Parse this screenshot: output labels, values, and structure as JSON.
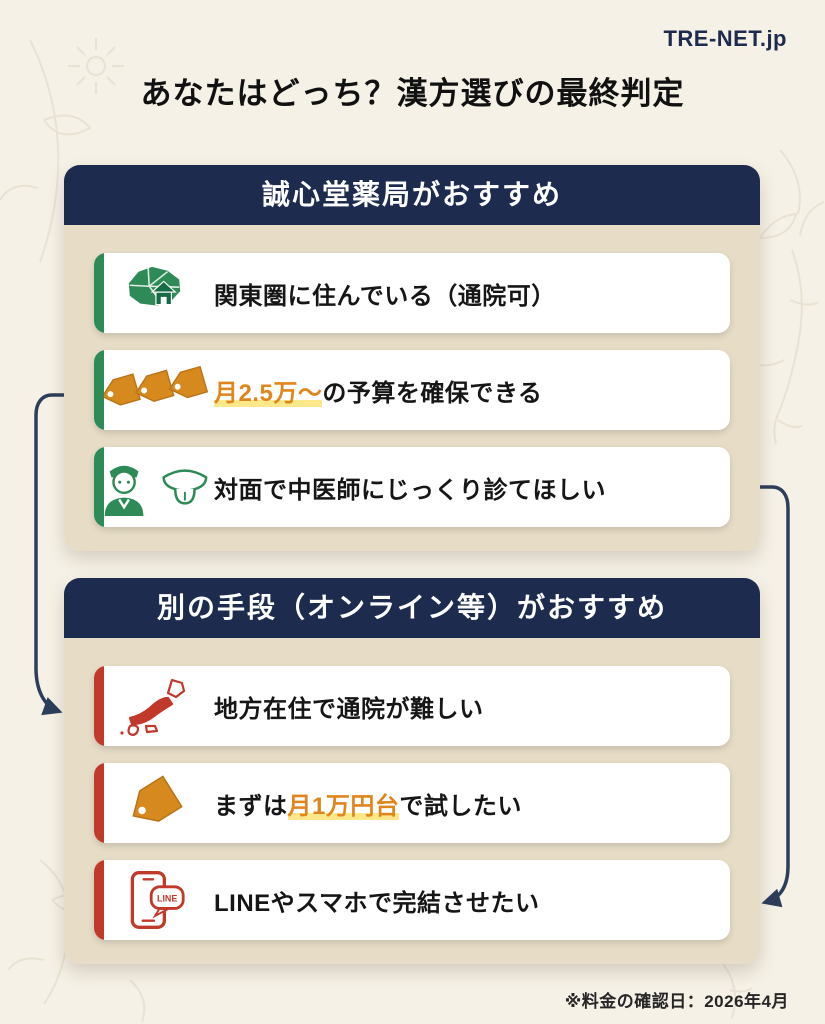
{
  "brand": "TRE-NET.jp",
  "title": "あなたはどっち？漢方選びの最終判定",
  "footnote": "※料金の確認日：2026年4月",
  "colors": {
    "navy": "#1d2b4f",
    "panel_beige": "#e7ddc7",
    "green_accent": "#2e8b57",
    "red_accent": "#c0392b",
    "orange_highlight_text": "#e0861c",
    "yellow_marker": "#fbe88a"
  },
  "icons": {
    "line_label": "LINE"
  },
  "sections": [
    {
      "header": "誠心堂薬局がおすすめ",
      "items": [
        {
          "icon": "kanto-map-house-icon",
          "prefix": "関東圏に住んでいる（通院可）",
          "highlight": "",
          "suffix": ""
        },
        {
          "icon": "price-tags-icon",
          "prefix": "",
          "highlight": "月2.5万〜",
          "suffix": "の予算を確保できる"
        },
        {
          "icon": "doctor-tongue-icon",
          "prefix": "対面で中医師にじっくり診てほしい",
          "highlight": "",
          "suffix": ""
        }
      ]
    },
    {
      "header": "別の手段（オンライン等）がおすすめ",
      "items": [
        {
          "icon": "japan-map-icon",
          "prefix": "地方在住で通院が難しい",
          "highlight": "",
          "suffix": ""
        },
        {
          "icon": "price-tag-icon",
          "prefix": "まずは",
          "highlight": "月1万円台",
          "suffix": "で試したい"
        },
        {
          "icon": "smartphone-line-icon",
          "prefix": "LINEやスマホで完結させたい",
          "highlight": "",
          "suffix": ""
        }
      ]
    }
  ]
}
